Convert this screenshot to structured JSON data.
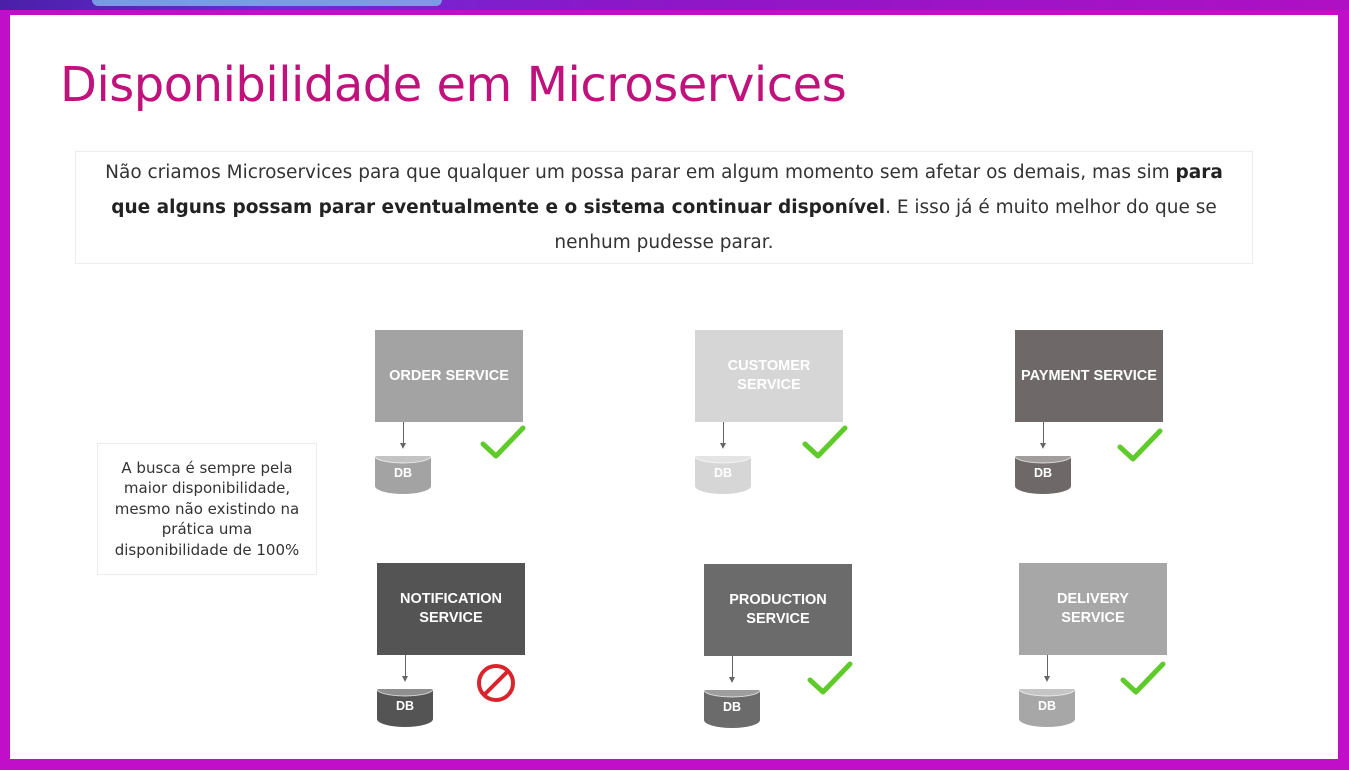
{
  "slide": {
    "title": "Disponibilidade em Microservices",
    "intro": {
      "part1": "Não criamos Microservices para que qualquer um possa parar em algum momento sem afetar os demais,  mas sim ",
      "bold": "para que alguns possam parar eventualmente e o sistema continuar disponível",
      "part2": ". E isso já é muito melhor do que se nenhum pudesse parar."
    },
    "note": "A busca é sempre pela maior disponibilidade, mesmo não existindo na prática uma disponibilidade de 100%"
  },
  "colors": {
    "frame": "#c10fc9",
    "title": "#c0127c",
    "check": "#5fcb2a",
    "blocked": "#d8252c"
  },
  "services": [
    {
      "label": "ORDER SERVICE",
      "db_label": "DB",
      "status": "check",
      "status_icon": "check-icon",
      "color": "#a3a3a3"
    },
    {
      "label": "CUSTOMER SERVICE",
      "db_label": "DB",
      "status": "check",
      "status_icon": "check-icon",
      "color": "#d6d6d6"
    },
    {
      "label": "PAYMENT SERVICE",
      "db_label": "DB",
      "status": "check",
      "status_icon": "check-icon",
      "color": "#6e6968"
    },
    {
      "label": "NOTIFICATION SERVICE",
      "db_label": "DB",
      "status": "blocked",
      "status_icon": "blocked-icon",
      "color": "#545454"
    },
    {
      "label": "PRODUCTION SERVICE",
      "db_label": "DB",
      "status": "check",
      "status_icon": "check-icon",
      "color": "#6b6b6b"
    },
    {
      "label": "DELIVERY SERVICE",
      "db_label": "DB",
      "status": "check",
      "status_icon": "check-icon",
      "color": "#a7a7a7"
    }
  ]
}
